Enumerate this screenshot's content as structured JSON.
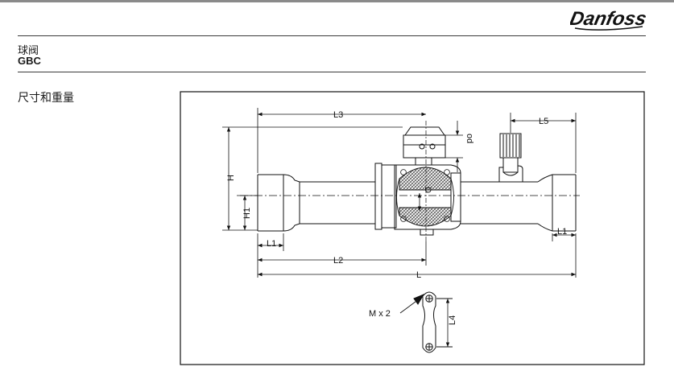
{
  "header": {
    "brand": "Danfoss"
  },
  "title": {
    "product_cn": "球阀",
    "product_code": "GBC"
  },
  "section": {
    "heading": "尺寸和重量"
  },
  "drawing": {
    "dimension_labels": {
      "L3": "L3",
      "L5": "L5",
      "H": "H",
      "H1": "H1",
      "L1": "L1",
      "L2": "L2",
      "L": "L",
      "D": "D",
      "od": "od",
      "L4": "L4",
      "M": "M x 2"
    },
    "colors": {
      "line": "#111111",
      "hatch": "#555555"
    }
  }
}
